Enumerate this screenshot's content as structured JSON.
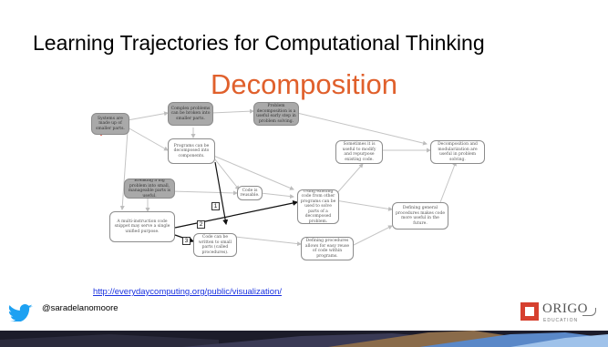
{
  "slide": {
    "title": "Learning Trajectories for Computational Thinking",
    "subtitle": "Decomposition",
    "link": "http://everydaycomputing.org/public/visualization/",
    "handle": "@saradelanomoore",
    "logo": {
      "name": "ORIGO",
      "sub": "EDUCATION"
    }
  },
  "diagram": {
    "nodes": {
      "n1": "Systems are made up of smaller parts.",
      "n2": "Complex problems can be broken into smaller parts.",
      "n3": "Problem decomposition is a useful early step in problem solving.",
      "n4": "Programs can be decomposed into components.",
      "n5": "Breaking a big problem into small, manageable parts is useful.",
      "n6": "Code is reusable.",
      "n7": "A multi-instruction code snippet may serve a single unified purpose.",
      "n8": "Code can be written to small parts (called procedures).",
      "n9": "Sometimes it is useful to modify and repurpose existing code.",
      "n10": "Using existing code from other programs can be used to solve parts of a decomposed problem.",
      "n11": "Defining procedures allows for easy reuse of code within programs.",
      "n12": "Decomposition and modularization are useful in problem solving.",
      "n13": "Defining general procedures makes code more useful in the future."
    },
    "badges": [
      "1",
      "2",
      "3"
    ]
  }
}
